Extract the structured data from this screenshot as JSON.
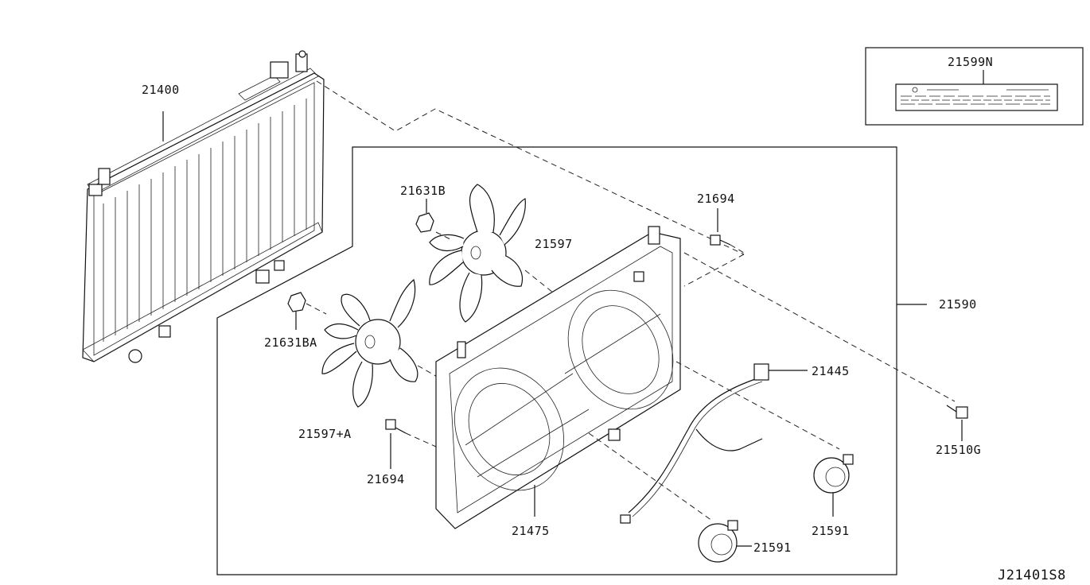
{
  "labels": {
    "radiator": "21400",
    "caution_label": "21599N",
    "nut_upper": "21631B",
    "bolt_upper": "21694",
    "fan_upper": "21597",
    "shroud_assy": "21590",
    "nut_lower": "21631BA",
    "harness": "21445",
    "fan_lower": "21597+A",
    "clip": "21510G",
    "bolt_lower": "21694",
    "shroud": "21475",
    "motor_right": "21591",
    "motor_lower": "21591",
    "diagram_code": "J21401S8"
  }
}
